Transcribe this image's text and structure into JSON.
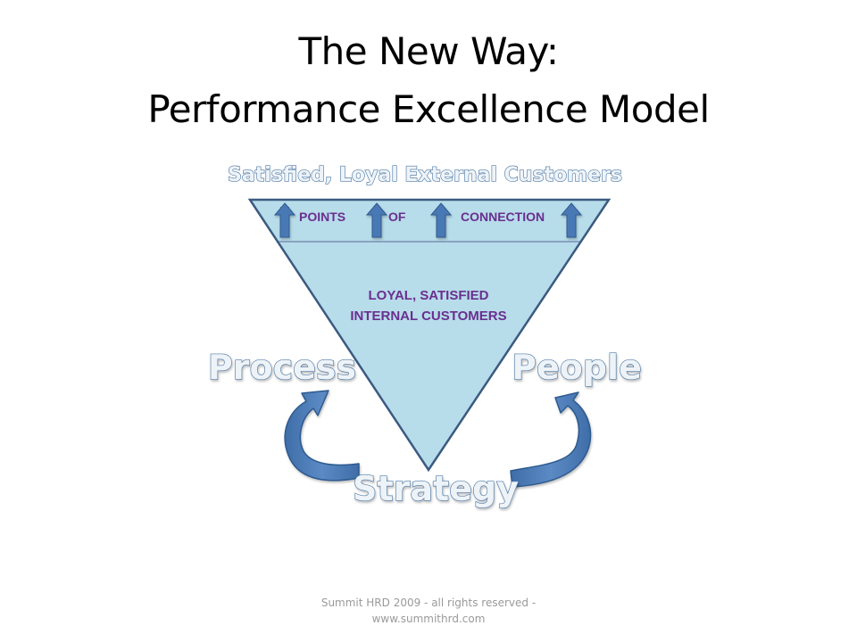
{
  "slide": {
    "title_line1": "The New Way:",
    "title_line2": "Performance Excellence Model"
  },
  "diagram": {
    "top_label": "Satisfied, Loyal External Customers",
    "band_words": [
      "POINTS",
      "OF",
      "CONNECTION"
    ],
    "inner_line1": "LOYAL, SATISFIED",
    "inner_line2": "INTERNAL CUSTOMERS",
    "left_label": "Process",
    "right_label": "People",
    "bottom_label": "Strategy",
    "colors": {
      "triangle_fill": "#b7dcea",
      "triangle_stroke": "#3c5a80",
      "arrow_fill": "#4a79b5",
      "arrow_stroke": "#2e5a8e",
      "purple_text": "#6a2f8f",
      "outline_text_stroke": "#4f7aa6"
    },
    "icons": [
      "up-arrow-icon",
      "up-arrow-icon",
      "up-arrow-icon",
      "up-arrow-icon",
      "curved-arrow-left-icon",
      "curved-arrow-right-icon"
    ]
  },
  "footer": {
    "line1": "Summit HRD 2009  - all rights reserved -",
    "line2": "www.summithrd.com"
  }
}
